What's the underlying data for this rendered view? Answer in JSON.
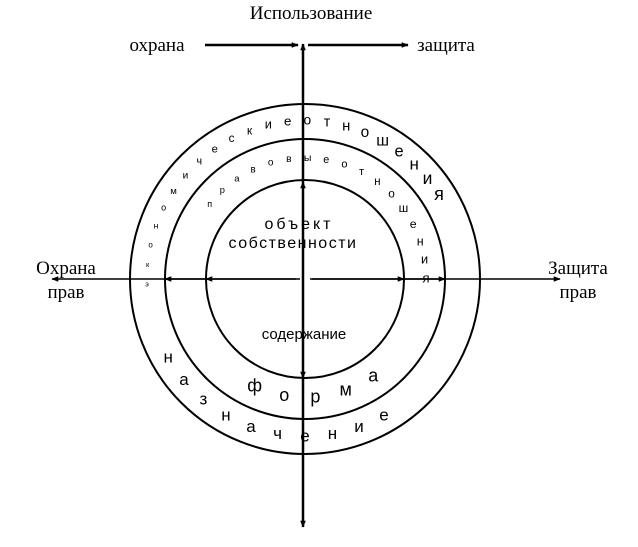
{
  "labels": {
    "top_title": "Использование",
    "top_left": "охрана",
    "top_right": "защита",
    "left_line1": "Охрана",
    "left_line2": "прав",
    "right_line1": "Защита",
    "right_line2": "прав",
    "inner_line1": "объект",
    "inner_line2": "собственности",
    "inner_bottom": "содержание"
  },
  "arc_text": {
    "economic_relations": "экономические отношения",
    "property_relations": "правовые отношения",
    "form": "форма",
    "purpose": "назначение"
  }
}
